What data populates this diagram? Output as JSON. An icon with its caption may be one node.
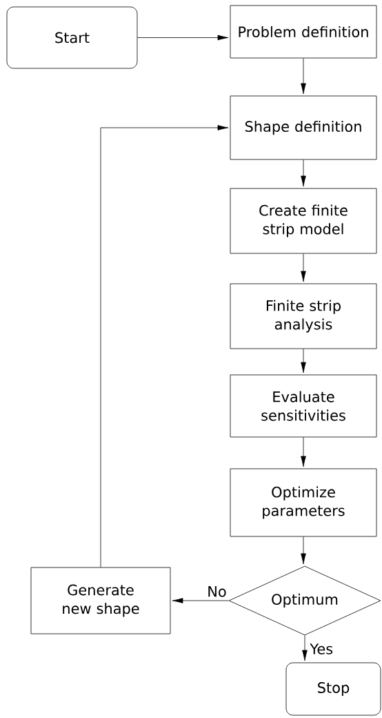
{
  "diagram": {
    "nodes": [
      {
        "text": [
          "Start"
        ]
      },
      {
        "text": [
          "Problem definition"
        ]
      },
      {
        "text": [
          "Shape definition"
        ]
      },
      {
        "text": [
          "Create finite strip model"
        ]
      },
      {
        "text": [
          "Finite strip analysis"
        ]
      },
      {
        "text": [
          "Evaluate sensitivities"
        ]
      },
      {
        "text": [
          "Optimize parameters"
        ]
      },
      {
        "text": [
          "Optimum"
        ]
      },
      {
        "text": [
          "Generate new shape"
        ]
      },
      {
        "text": [
          "Stop"
        ]
      }
    ],
    "edges": [
      {
        "from": 0,
        "to": 1,
        "arrow": "to"
      },
      {
        "from": 1,
        "to": 2,
        "arrow": "to"
      },
      {
        "from": 2,
        "to": 3,
        "arrow": "to"
      },
      {
        "from": 3,
        "to": 4,
        "arrow": "to"
      },
      {
        "from": 4,
        "to": 5,
        "arrow": "to"
      },
      {
        "from": 5,
        "to": 6,
        "arrow": "to"
      },
      {
        "from": 6,
        "to": 7,
        "arrow": "to"
      },
      {
        "from": 7,
        "to": 8,
        "arrow": "to",
        "label": "No"
      },
      {
        "from": 7,
        "to": 9,
        "arrow": "to",
        "label": "Yes"
      },
      {
        "from": 8,
        "to": 2,
        "arrow": "to"
      }
    ]
  }
}
